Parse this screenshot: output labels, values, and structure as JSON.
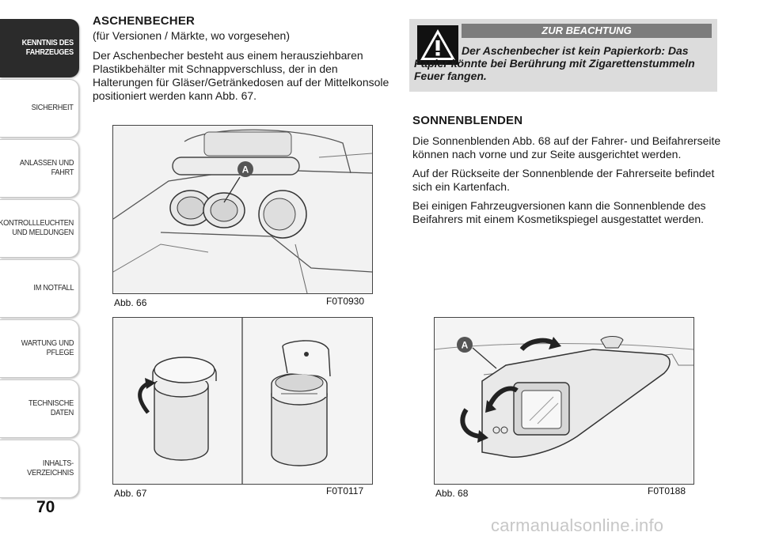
{
  "sidebar": {
    "tabs": [
      {
        "label": "KENNTNIS DES\nFAHRZEUGES",
        "active": true
      },
      {
        "label": "SICHERHEIT",
        "active": false
      },
      {
        "label": "ANLASSEN UND\nFAHRT",
        "active": false
      },
      {
        "label": "KONTROLLLEUCHTEN\nUND MELDUNGEN",
        "active": false
      },
      {
        "label": "IM NOTFALL",
        "active": false
      },
      {
        "label": "WARTUNG UND\nPFLEGE",
        "active": false
      },
      {
        "label": "TECHNISCHE DATEN",
        "active": false
      },
      {
        "label": "INHALTS-\nVERZEICHNIS",
        "active": false
      }
    ],
    "page_number": "70"
  },
  "ashtray": {
    "title": "ASCHENBECHER",
    "subtitle": "(für Versionen / Märkte, wo vorgesehen)",
    "text": "Der Aschenbecher besteht aus einem herausziehbaren Plastikbehälter mit Schnappverschluss, der in den Halterungen für Gläser/Getränkedosen auf der Mittelkonsole positioniert werden kann Abb. 67."
  },
  "warning": {
    "heading": "ZUR BEACHTUNG",
    "text": "Der Aschenbecher ist kein Papierkorb: Das Papier könnte bei Berührung mit Zigarettenstummeln Feuer fangen."
  },
  "sunvisors": {
    "title": "SONNENBLENDEN",
    "paragraphs": [
      "Die Sonnenblenden Abb. 68 auf der Fahrer- und Beifahrerseite können nach vorne und zur Seite ausgerichtet werden.",
      "Auf der Rückseite der Sonnenblende der Fahrerseite befindet sich ein Kartenfach.",
      "Bei einigen Fahrzeugversionen kann die Sonnenblende des Beifahrers mit einem Kosmetikspiegel ausgestattet werden."
    ]
  },
  "figures": {
    "fig66": {
      "caption": "Abb. 66",
      "code": "F0T0930",
      "marker": "A"
    },
    "fig67": {
      "caption": "Abb. 67",
      "code": "F0T0117"
    },
    "fig68": {
      "caption": "Abb. 68",
      "code": "F0T0188",
      "marker": "A"
    }
  },
  "watermark": "carmanualsonline.info",
  "colors": {
    "tab_active": "#2b2b2b",
    "warning_bg": "#dcdcdc",
    "warning_head": "#7c7c7c",
    "marker": "#555555"
  }
}
